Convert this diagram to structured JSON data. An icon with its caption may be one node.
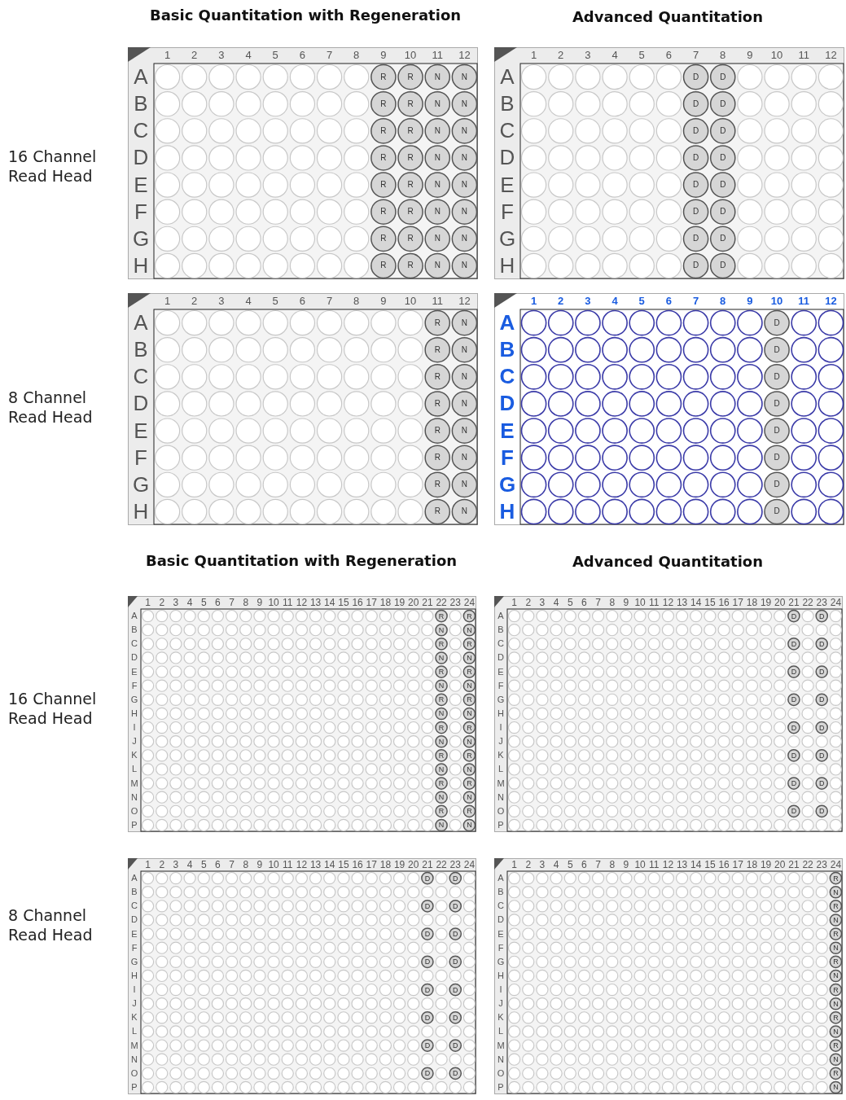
{
  "diagram": {
    "labels": [
      "Basic Quantitation with Regeneration",
      "Advanced Quantitation",
      "16 Channel Read Head",
      "1",
      "2",
      "3",
      "4",
      "5",
      "6",
      "7",
      "8",
      "9",
      "10",
      "11",
      "12",
      "A",
      "B",
      "C",
      "D",
      "E",
      "F",
      "G",
      "H",
      "R",
      "R",
      "N",
      "N",
      "R",
      "R",
      "N",
      "N",
      "R",
      "R",
      "N",
      "N",
      "R",
      "R",
      "N",
      "N",
      "R",
      "R",
      "N",
      "N",
      "R",
      "R",
      "N",
      "N",
      "R",
      "R",
      "N",
      "N",
      "R",
      "R",
      "N",
      "N",
      "1",
      "2",
      "3",
      "4",
      "5",
      "6",
      "7",
      "8",
      "9",
      "10",
      "11",
      "12",
      "A",
      "B",
      "C",
      "D",
      "E",
      "F",
      "G",
      "H",
      "D",
      "D",
      "D",
      "D",
      "D",
      "D",
      "D",
      "D",
      "D",
      "D",
      "D",
      "D",
      "D",
      "D",
      "D",
      "D",
      "8 Channel Read Head",
      "1",
      "2",
      "3",
      "4",
      "5",
      "6",
      "7",
      "8",
      "9",
      "10",
      "11",
      "12",
      "A",
      "B",
      "C",
      "D",
      "E",
      "F",
      "G",
      "H",
      "R",
      "N",
      "R",
      "N",
      "R",
      "N",
      "R",
      "N",
      "R",
      "N",
      "R",
      "N",
      "R",
      "N",
      "R",
      "N",
      "1",
      "2",
      "3",
      "4",
      "5",
      "6",
      "7",
      "8",
      "9",
      "10",
      "11",
      "12",
      "A",
      "B",
      "C",
      "D",
      "E",
      "F",
      "G",
      "H",
      "D",
      "D",
      "D",
      "D",
      "D",
      "D",
      "D",
      "D",
      "Basic Quantitation with Regeneration",
      "Advanced Quantitation",
      "16 Channel Read Head",
      "1",
      "2",
      "3",
      "4",
      "5",
      "6",
      "7",
      "8",
      "9",
      "10",
      "11",
      "12",
      "13",
      "14",
      "15",
      "16",
      "17",
      "18",
      "19",
      "20",
      "21",
      "22",
      "23",
      "24",
      "A",
      "B",
      "C",
      "D",
      "E",
      "F",
      "G",
      "H",
      "I",
      "J",
      "K",
      "L",
      "M",
      "N",
      "O",
      "P",
      "R",
      "R",
      "N",
      "N",
      "R",
      "R",
      "N",
      "N",
      "R",
      "R",
      "N",
      "N",
      "R",
      "R",
      "N",
      "N",
      "R",
      "R",
      "N",
      "N",
      "R",
      "R",
      "N",
      "N",
      "R",
      "R",
      "N",
      "N",
      "R",
      "R",
      "N",
      "N",
      "1",
      "2",
      "3",
      "4",
      "5",
      "6",
      "7",
      "8",
      "9",
      "10",
      "11",
      "12",
      "13",
      "14",
      "15",
      "16",
      "17",
      "18",
      "19",
      "20",
      "21",
      "22",
      "23",
      "24",
      "A",
      "B",
      "C",
      "D",
      "E",
      "F",
      "G",
      "H",
      "I",
      "J",
      "K",
      "L",
      "M",
      "N",
      "O",
      "P",
      "D",
      "D",
      "D",
      "D",
      "D",
      "D",
      "D",
      "D",
      "D",
      "D",
      "D",
      "D",
      "D",
      "D",
      "D",
      "D",
      "8 Channel Read Head",
      "1",
      "2",
      "3",
      "4",
      "5",
      "6",
      "7",
      "8",
      "9",
      "10",
      "11",
      "12",
      "13",
      "14",
      "15",
      "16",
      "17",
      "18",
      "19",
      "20",
      "21",
      "22",
      "23",
      "24",
      "A",
      "B",
      "C",
      "D",
      "E",
      "F",
      "G",
      "H",
      "I",
      "J",
      "K",
      "L",
      "M",
      "N",
      "O",
      "P",
      "D",
      "D",
      "D",
      "D",
      "D",
      "D",
      "D",
      "D",
      "D",
      "D",
      "D",
      "D",
      "D",
      "D",
      "D",
      "D",
      "1",
      "2",
      "3",
      "4",
      "5",
      "6",
      "7",
      "8",
      "9",
      "10",
      "11",
      "12",
      "13",
      "14",
      "15",
      "16",
      "17",
      "18",
      "19",
      "20",
      "21",
      "22",
      "23",
      "24",
      "A",
      "B",
      "C",
      "D",
      "E",
      "F",
      "G",
      "H",
      "I",
      "J",
      "K",
      "L",
      "M",
      "N",
      "O",
      "P",
      "R",
      "N",
      "R",
      "N",
      "R",
      "N",
      "R",
      "N",
      "R",
      "N",
      "R",
      "N",
      "R",
      "N",
      "R",
      "N"
    ]
  }
}
